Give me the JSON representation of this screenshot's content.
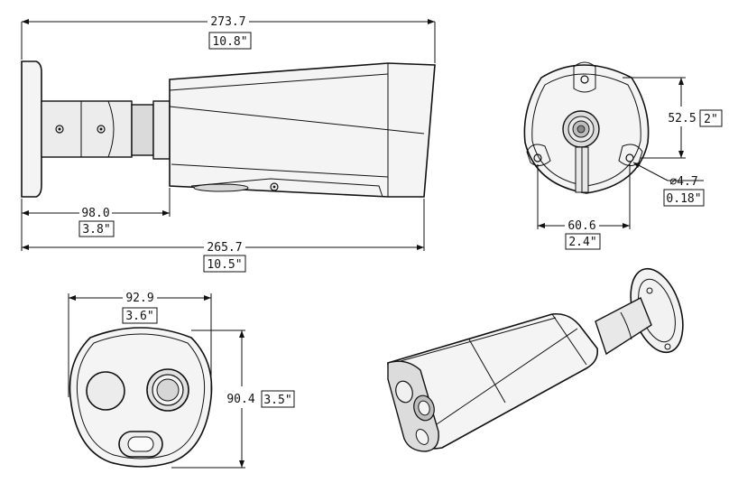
{
  "dimensions": {
    "total_length_mm": "273.7",
    "total_length_in": "10.8\"",
    "mount_offset_mm": "98.0",
    "mount_offset_in": "3.8\"",
    "body_length_mm": "265.7",
    "body_length_in": "10.5\"",
    "mount_height_mm": "52.5",
    "mount_height_in": "2\"",
    "hole_diameter_mm": "⌀4.7",
    "hole_diameter_in": "0.18\"",
    "hole_spacing_mm": "60.6",
    "hole_spacing_in": "2.4\"",
    "front_width_mm": "92.9",
    "front_width_in": "3.6\"",
    "front_height_mm": "90.4",
    "front_height_in": "3.5\""
  }
}
